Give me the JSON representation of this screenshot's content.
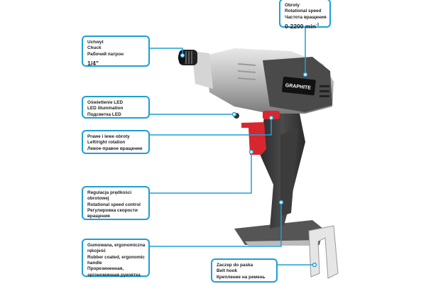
{
  "brand": "GRAPHITE",
  "callouts": {
    "chuck": {
      "pl": "Uchwyt",
      "en": "Chuck",
      "ru": "Рабочий патрон",
      "value": "1/4\""
    },
    "speed": {
      "pl": "Obroty",
      "en": "Rotational speed",
      "ru": "Частота вращения",
      "value": "0-2200 min",
      "unit_sup": "-1"
    },
    "led": {
      "pl": "Oświetlenie LED",
      "en": "LED illumination",
      "ru": "Подсветка LED"
    },
    "rotation": {
      "pl": "Prawe i lewe obroty",
      "en": "Left/right rotation",
      "ru": "Левое-правое вращение"
    },
    "speed_control": {
      "pl1": "Regulacja prędkości",
      "pl2": "obrotowej",
      "en": "Rotational speed control",
      "ru1": "Регулировка скорости",
      "ru2": "вращения"
    },
    "handle": {
      "pl1": "Gumowana, ergonomiczna",
      "pl2": "rękojeść",
      "en1": "Rubber coated, ergonomic",
      "en2": "handle",
      "ru1": "Прорезиненная,",
      "ru2": "эргономичная рукоятка"
    },
    "belt_hook": {
      "pl": "Zaczep do paska",
      "en": "Belt hook",
      "ru": "Крепление на ремень"
    }
  },
  "colors": {
    "accent": "#1e9fd6",
    "trigger": "#d7262e"
  }
}
